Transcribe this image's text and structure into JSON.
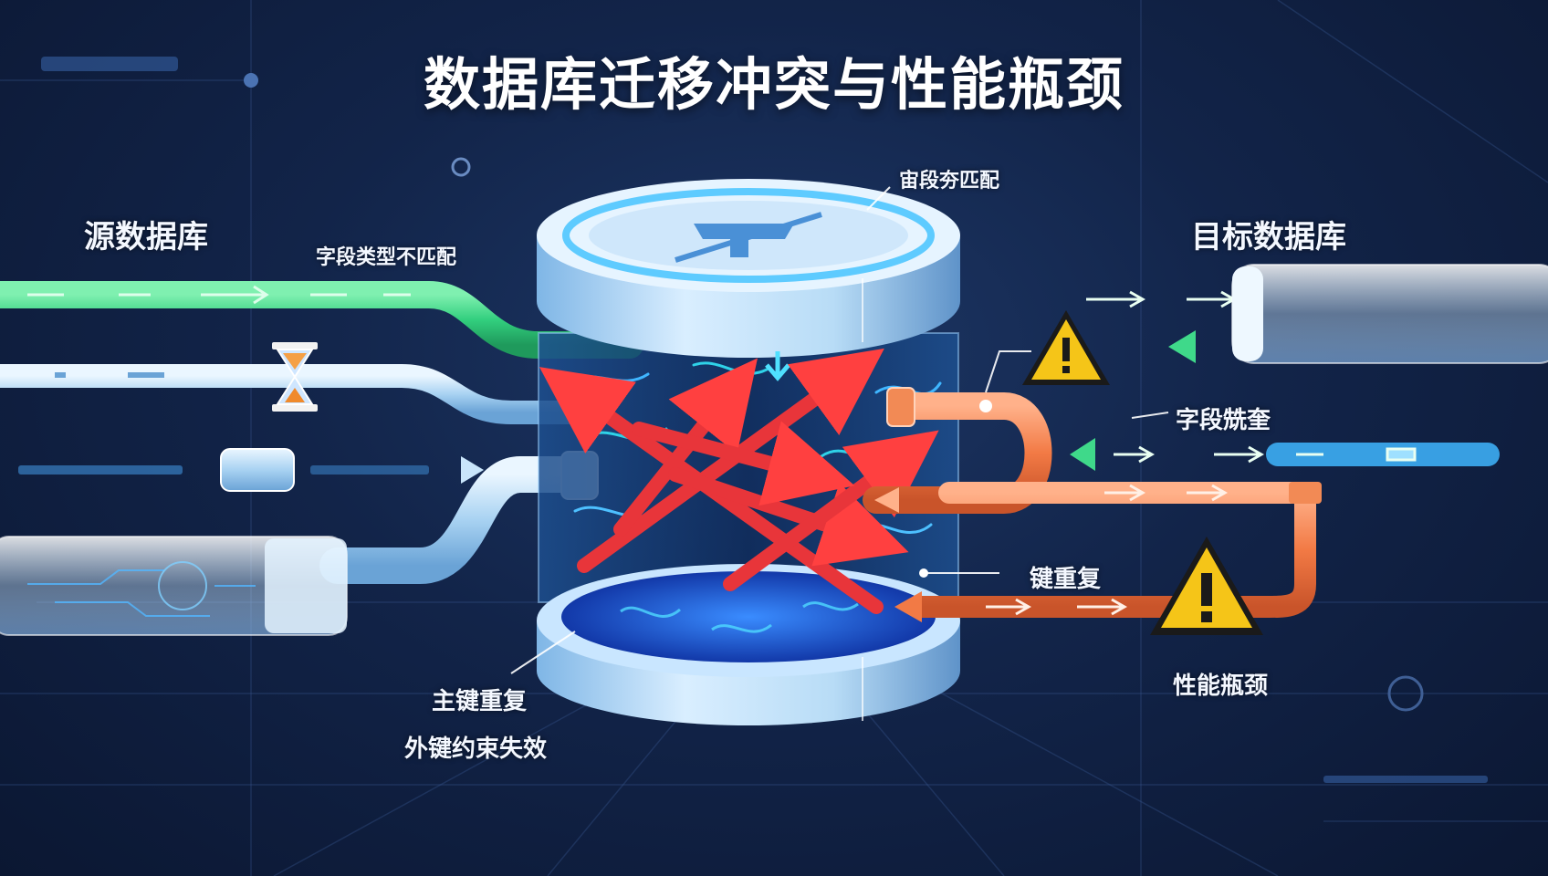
{
  "title": "数据库迁移冲突与性能瓶颈",
  "labels": {
    "source_db": "源数据库",
    "target_db": "目标数据库",
    "field_type_mismatch": "字段类型不匹配",
    "top_label": "宙段夯匹配",
    "field_label_right": "字段兟奎",
    "key_duplicate": "键重复",
    "primary_key_duplicate": "主键重复",
    "foreign_key_failure": "外键约束失效",
    "performance_bottleneck": "性能瓶颈"
  },
  "colors": {
    "green_pipe": "#3fd98a",
    "blue_pipe": "#a9d4f2",
    "orange_pipe": "#f07a45",
    "conflict_red": "#e8353a",
    "warning_yellow": "#f5c518"
  },
  "icons": [
    "hourglass-icon",
    "warning-icon",
    "database-cylinder-icon",
    "conflict-arrow-icon"
  ]
}
